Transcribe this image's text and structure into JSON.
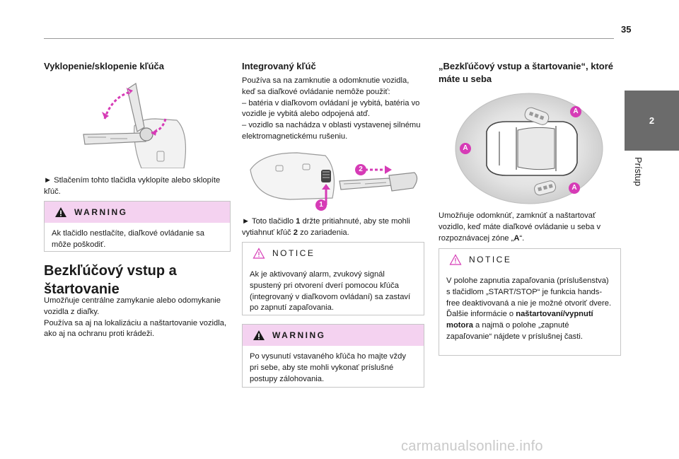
{
  "page": {
    "number": "35"
  },
  "side_tab": {
    "chapter": "2",
    "title": "Prístup"
  },
  "col1": {
    "heading1": "Vyklopenie/sklopenie kľúča",
    "text1": "► Stlačením tohto tlačidla vyklopíte alebo sklopíte kľúč.",
    "warning": {
      "title": "WARNING",
      "text": "Ak tlačidlo nestlačíte, diaľkové ovládanie sa môže poškodiť."
    },
    "heading2": "Bezkľúčový vstup a štartovanie",
    "text2": "Umožňuje centrálne zamykanie alebo odomykanie vozidla z diaľky.\nPoužíva sa aj na lokalizáciu a naštartovanie vozidla, ako aj na ochranu proti krádeži."
  },
  "col2": {
    "heading": "Integrovaný kľúč",
    "text1": "Používa sa na zamknutie a odomknutie vozidla, keď sa diaľkové ovládanie nemôže použiť:\n–  batéria v diaľkovom ovládaní je vybitá, batéria vo vozidle je vybitá alebo odpojená atď.\n–  vozidlo sa nachádza v oblasti vystavenej silnému elektromagnetickému rušeniu.",
    "callout1": "1",
    "callout2": "2",
    "text2_pre": "►  Toto tlačidlo ",
    "text2_b1": "1",
    "text2_mid": " držte pritiahnuté, aby ste mohli vytiahnuť kľúč ",
    "text2_b2": "2",
    "text2_post": " zo zariadenia.",
    "notice": {
      "title": "NOTICE",
      "text": "Ak je aktivovaný alarm, zvukový signál spustený pri otvorení dverí pomocou kľúča (integrovaný v diaľkovom ovládaní) sa zastaví po zapnutí zapaľovania."
    },
    "warning": {
      "title": "WARNING",
      "text": "Po vysunutí vstavaného kľúča ho majte vždy pri sebe, aby ste mohli vykonať príslušné postupy zálohovania."
    }
  },
  "col3": {
    "heading": "„Bezkľúčový vstup a štartovanie“, ktoré máte u seba",
    "zone_label": "A",
    "text1_pre": "Umožňuje odomknúť, zamknúť a naštartovať vozidlo, keď máte diaľkové ovládanie u seba v rozpoznávacej zóne „",
    "text1_b": "A",
    "text1_post": "“.",
    "notice": {
      "title": "NOTICE",
      "text_pre": "V polohe zapnutia zapaľovania (príslušenstva) s tlačidlom „START/STOP“ je funkcia hands-free deaktivovaná a nie je možné otvoriť dvere.\nĎalšie informácie o ",
      "text_b": "naštartovaní/vypnutí motora",
      "text_post": " a najmä o polohe „zapnuté zapaľovanie“ nájdete v príslušnej časti."
    }
  },
  "footer": {
    "watermark": "carmanualsonline.info"
  },
  "colors": {
    "accent": "#d63bb6",
    "warning_bg": "#f4d2f0",
    "tab_bg": "#6b6b6b"
  },
  "icons": {
    "warning": "warning-triangle-icon",
    "notice": "notice-triangle-icon"
  }
}
